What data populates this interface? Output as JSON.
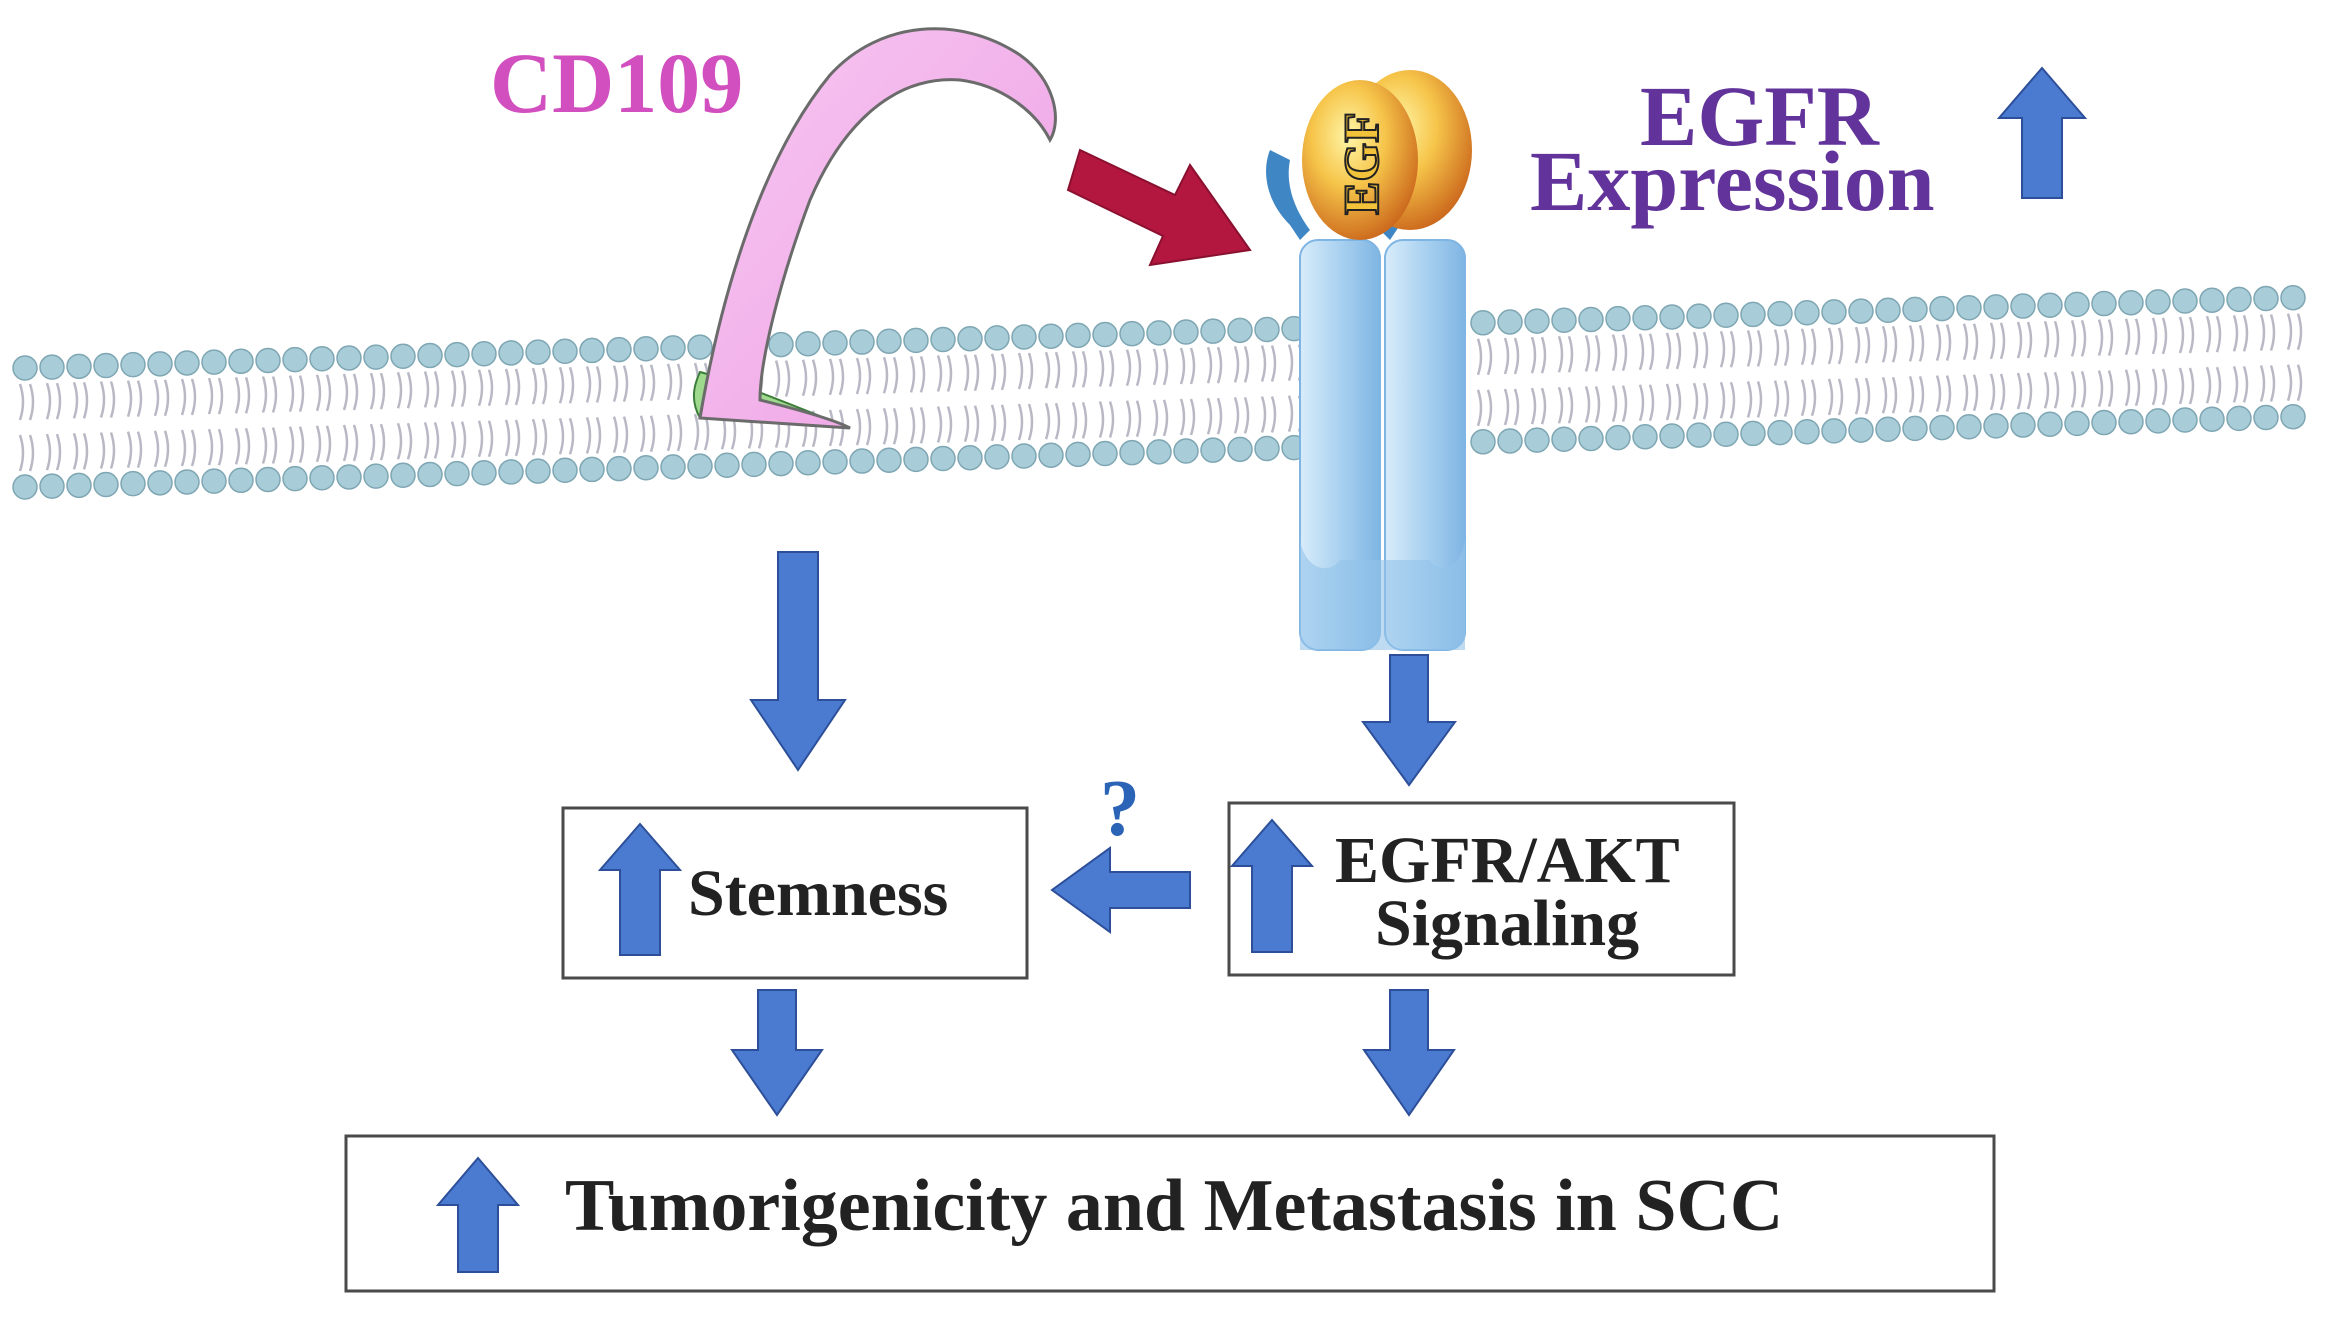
{
  "labels": {
    "cd109": "CD109",
    "egf": "EGF",
    "egfr_expression_line1": "EGFR",
    "egfr_expression_line2": "Expression",
    "question_mark": "?",
    "stemness": "Stemness",
    "egfr_akt_line1": "EGFR/AKT",
    "egfr_akt_line2": "Signaling",
    "outcome": "Tumorigenicity and Metastasis in SCC"
  },
  "colors": {
    "cd109_text": "#d24fbf",
    "cd109_body": "#f4b8ee",
    "cd109_anchor": "#9fd98d",
    "egfr_text": "#62339a",
    "arrow_blue": "#4b7bd0",
    "arrow_blue_stroke": "#2d4f99",
    "question_blue": "#2b63b6",
    "red_arrow": "#b3173f",
    "membrane_head": "#a9cdd8",
    "membrane_tail": "#b9b9c6",
    "receptor": "#a8d0ee",
    "receptor_dark": "#3f86c4",
    "egf_ball": "#f2b83a"
  },
  "icons": {
    "up_arrow": "up-arrow-icon",
    "down_arrow": "down-arrow-icon",
    "left_arrow": "left-arrow-icon"
  }
}
